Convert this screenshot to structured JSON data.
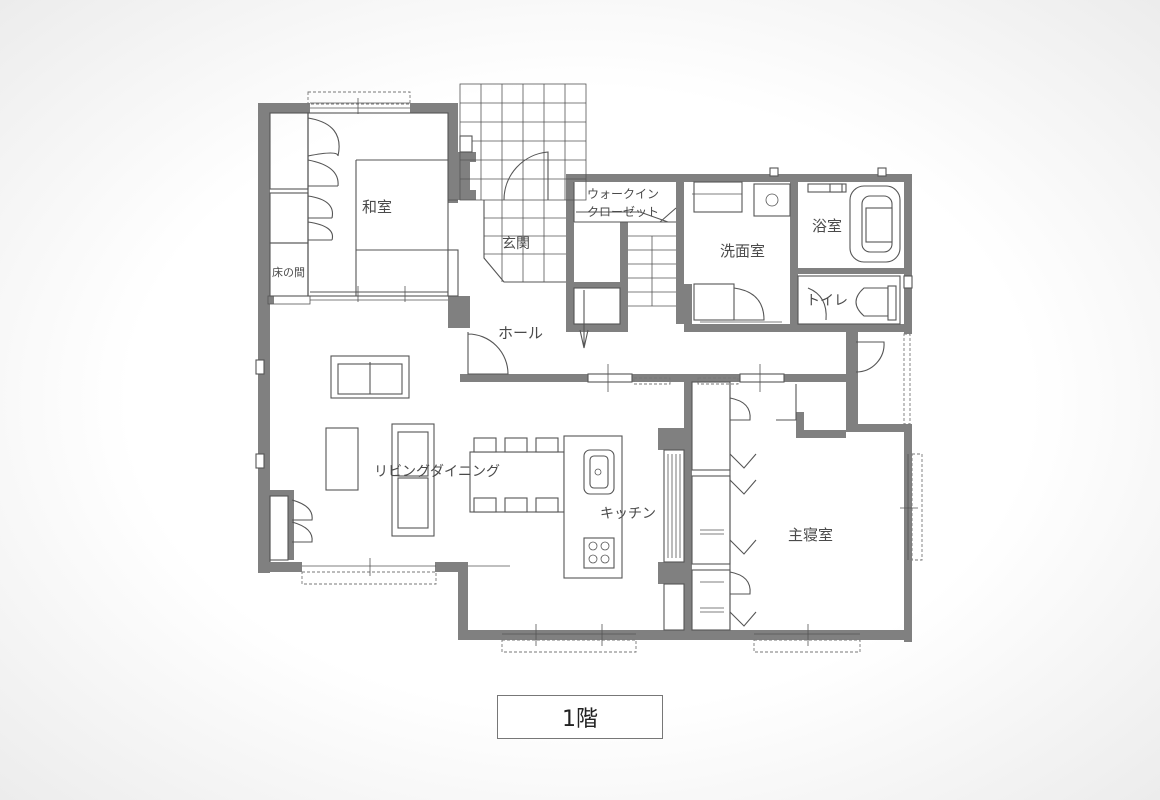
{
  "floor_label": "1階",
  "rooms": {
    "washitsu": "和室",
    "tokonoma": "床の間",
    "genkan": "玄関",
    "walkin": "ウォークイン",
    "closet": "クローゼット",
    "senmen": "洗面室",
    "yokushitsu": "浴室",
    "toilet": "トイレ",
    "hall": "ホール",
    "living": "リビングダイニング",
    "kitchen": "キッチン",
    "bedroom": "主寝室"
  }
}
